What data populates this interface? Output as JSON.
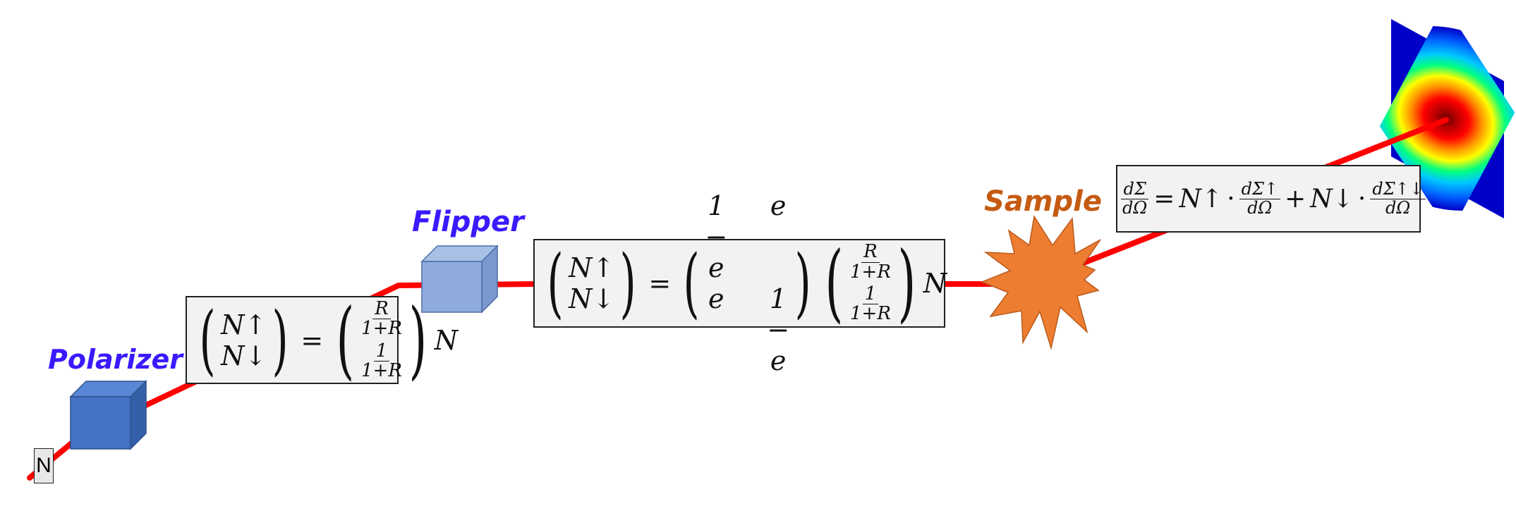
{
  "source_label": "N",
  "polarizer": {
    "label": "Polarizer",
    "color": "#4472c4"
  },
  "flipper": {
    "label": "Flipper",
    "color": "#8faadc"
  },
  "sample": {
    "label": "Sample",
    "color": "#ed7d31",
    "label_color": "#c55a11"
  },
  "component_label_color": "#3a1aff",
  "beam_color": "#ff0000",
  "equation_polarizer": {
    "lhs_top": "N↑",
    "lhs_bottom": "N↓",
    "equals": "=",
    "rhs_top_num": "R",
    "rhs_top_den": "1+R",
    "rhs_bottom_num": "1",
    "rhs_bottom_den": "1+R",
    "tail": "N"
  },
  "equation_flipper": {
    "lhs_top": "N↑",
    "lhs_bottom": "N↓",
    "equals": "=",
    "m11": "1 − e",
    "m12": "e",
    "m21": "e",
    "m22": "1 − e",
    "vec_top_num": "R",
    "vec_top_den": "1+R",
    "vec_bottom_num": "1",
    "vec_bottom_den": "1+R",
    "tail": "N"
  },
  "equation_detector": {
    "lhs_num": "dΣ",
    "lhs_den": "dΩ",
    "equals": "=",
    "n_up": "N↑",
    "dot": "·",
    "t1_num": "dΣ↑",
    "t1_den": "dΩ",
    "plus": "+",
    "n_down": "N↓",
    "t2_num": "dΣ↑↓",
    "t2_den": "dΩ"
  }
}
